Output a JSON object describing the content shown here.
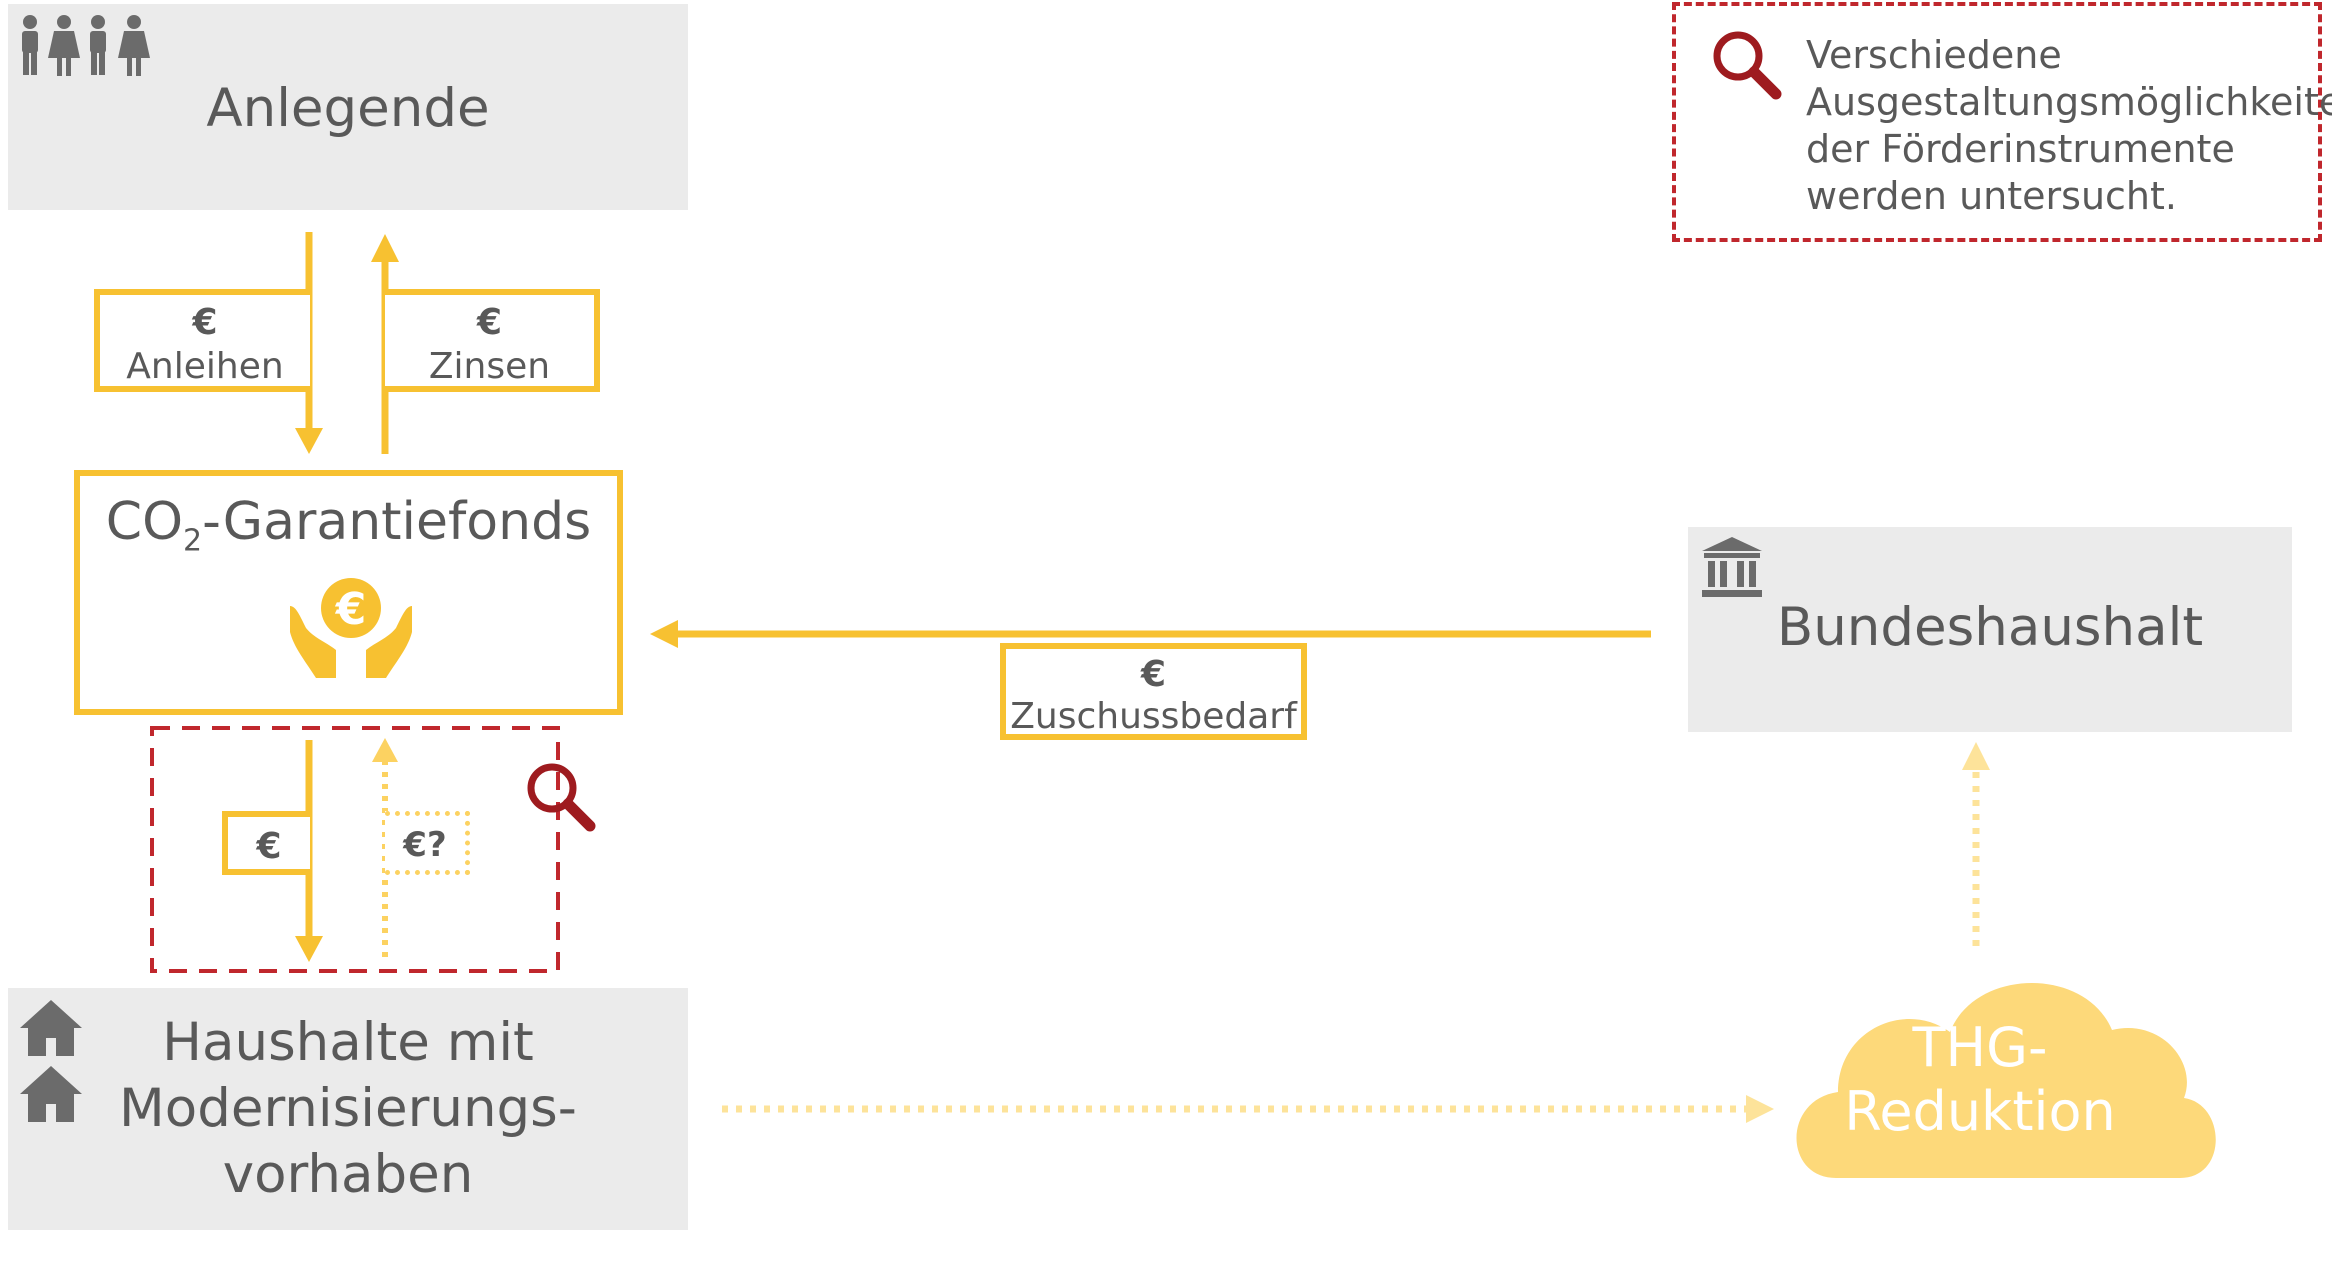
{
  "nodes": {
    "investors": {
      "label": "Anlegende",
      "icon": "people-icon"
    },
    "fund": {
      "label_main": "CO",
      "label_sub": "2",
      "label_rest": "-Garantiefonds",
      "icon": "hands-euro-icon"
    },
    "budget": {
      "label": "Bundeshaushalt",
      "icon": "bank-building-icon"
    },
    "households": {
      "label_line1": "Haushalte mit",
      "label_line2": "Modernisierungs-",
      "label_line3": "vorhaben",
      "icon": "house-icon"
    },
    "ghg": {
      "label_line1": "THG-",
      "label_line2": "Reduktion",
      "icon": "cloud-shape"
    }
  },
  "flows": {
    "bonds": {
      "symbol": "€",
      "label": "Anleihen"
    },
    "interest": {
      "symbol": "€",
      "label": "Zinsen"
    },
    "subsidy": {
      "symbol": "€",
      "label": "Zuschussbedarf"
    },
    "to_households": {
      "symbol": "€"
    },
    "from_households": {
      "symbol": "€?"
    }
  },
  "legend": {
    "icon": "magnifier-icon",
    "text": "Verschiedene\nAusgestaltungsmöglichkeiten\nder Förderinstrumente\nwerden untersucht."
  },
  "colors": {
    "accent_yellow": "#f7c131",
    "light_yellow": "#fde39a",
    "cloud_yellow": "#fdd97a",
    "dashed_red": "#c0272d",
    "grey_box": "#ebebeb",
    "text_grey": "#595959",
    "icon_grey": "#6b6b6b"
  }
}
